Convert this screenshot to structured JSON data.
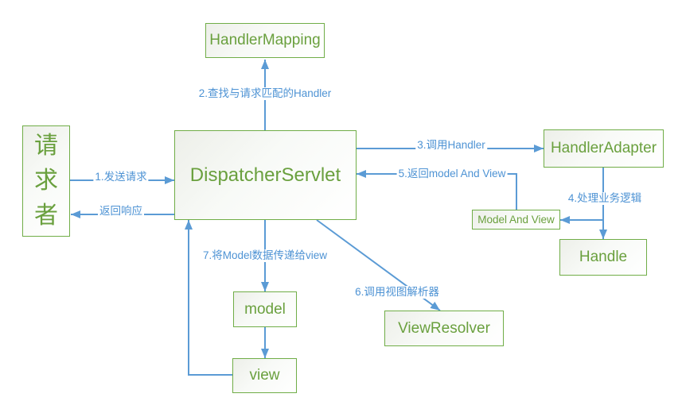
{
  "colors": {
    "node_border_green": "#70AD47",
    "node_text_green": "#6AA03E",
    "arrow_blue": "#5B9BD5",
    "label_text_blue": "#4E93D4"
  },
  "nodes": {
    "requester": {
      "label": "请求者"
    },
    "handler_mapping": {
      "label": "HandlerMapping"
    },
    "dispatcher_servlet": {
      "label": "DispatcherServlet"
    },
    "handler_adapter": {
      "label": "HandlerAdapter"
    },
    "model_and_view": {
      "label": "Model And View"
    },
    "handle": {
      "label": "Handle"
    },
    "view_resolver": {
      "label": "ViewResolver"
    },
    "model": {
      "label": "model"
    },
    "view": {
      "label": "view"
    }
  },
  "edges": {
    "send_request": {
      "label": "1.发送请求"
    },
    "return_response": {
      "label": "返回响应"
    },
    "find_handler": {
      "label": "2.查找与请求匹配的Handler"
    },
    "call_handler": {
      "label": "3.调用Handler"
    },
    "process_business_logic": {
      "label": "4.处理业务逻辑"
    },
    "return_model_and_view": {
      "label": "5.返回model And View"
    },
    "call_view_resolver": {
      "label": "6.调用视图解析器"
    },
    "pass_model_to_view": {
      "label": "7.将Model数据传递给view"
    }
  }
}
